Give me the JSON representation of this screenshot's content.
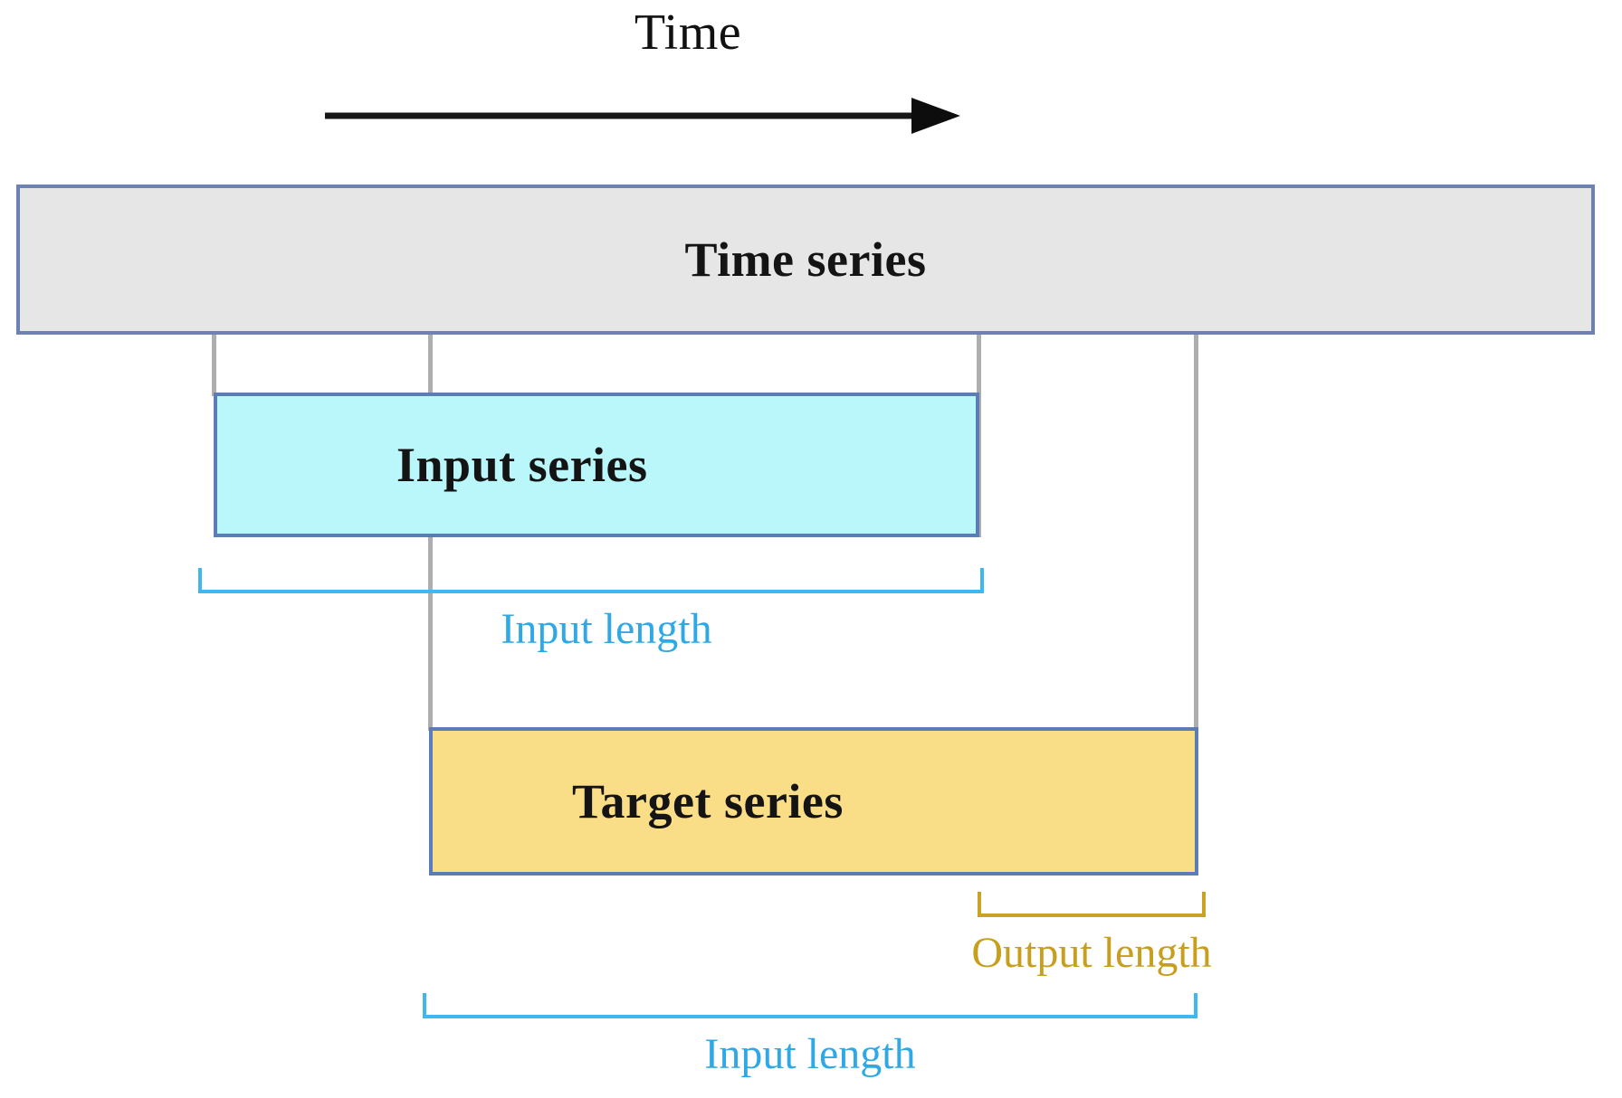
{
  "diagram": {
    "title": "Time series input / target windowing diagram",
    "axis": {
      "label": "Time",
      "arrow_icon": "right-arrow-icon",
      "direction": "left-to-right"
    },
    "boxes": {
      "time_series": {
        "label": "Time series",
        "fill": "#e6e6e6",
        "border": "#6d82b0"
      },
      "input_series": {
        "label": "Input series",
        "fill": "#b9f7fb",
        "border": "#5c7cb6"
      },
      "target_series": {
        "label": "Target series",
        "fill": "#fadd87",
        "border": "#5c7cb6"
      }
    },
    "brackets": [
      {
        "id": "input-length-top",
        "caption": "Input length",
        "color": "#2fa8e6",
        "measures": "input_series"
      },
      {
        "id": "output-length",
        "caption": "Output length",
        "color": "#c79f1d",
        "measures": "target_series_tail"
      },
      {
        "id": "input-length-bottom",
        "caption": "Input length",
        "color": "#2fa8e6",
        "measures": "target_series"
      }
    ],
    "guide_line_color": "#aeaeae"
  }
}
